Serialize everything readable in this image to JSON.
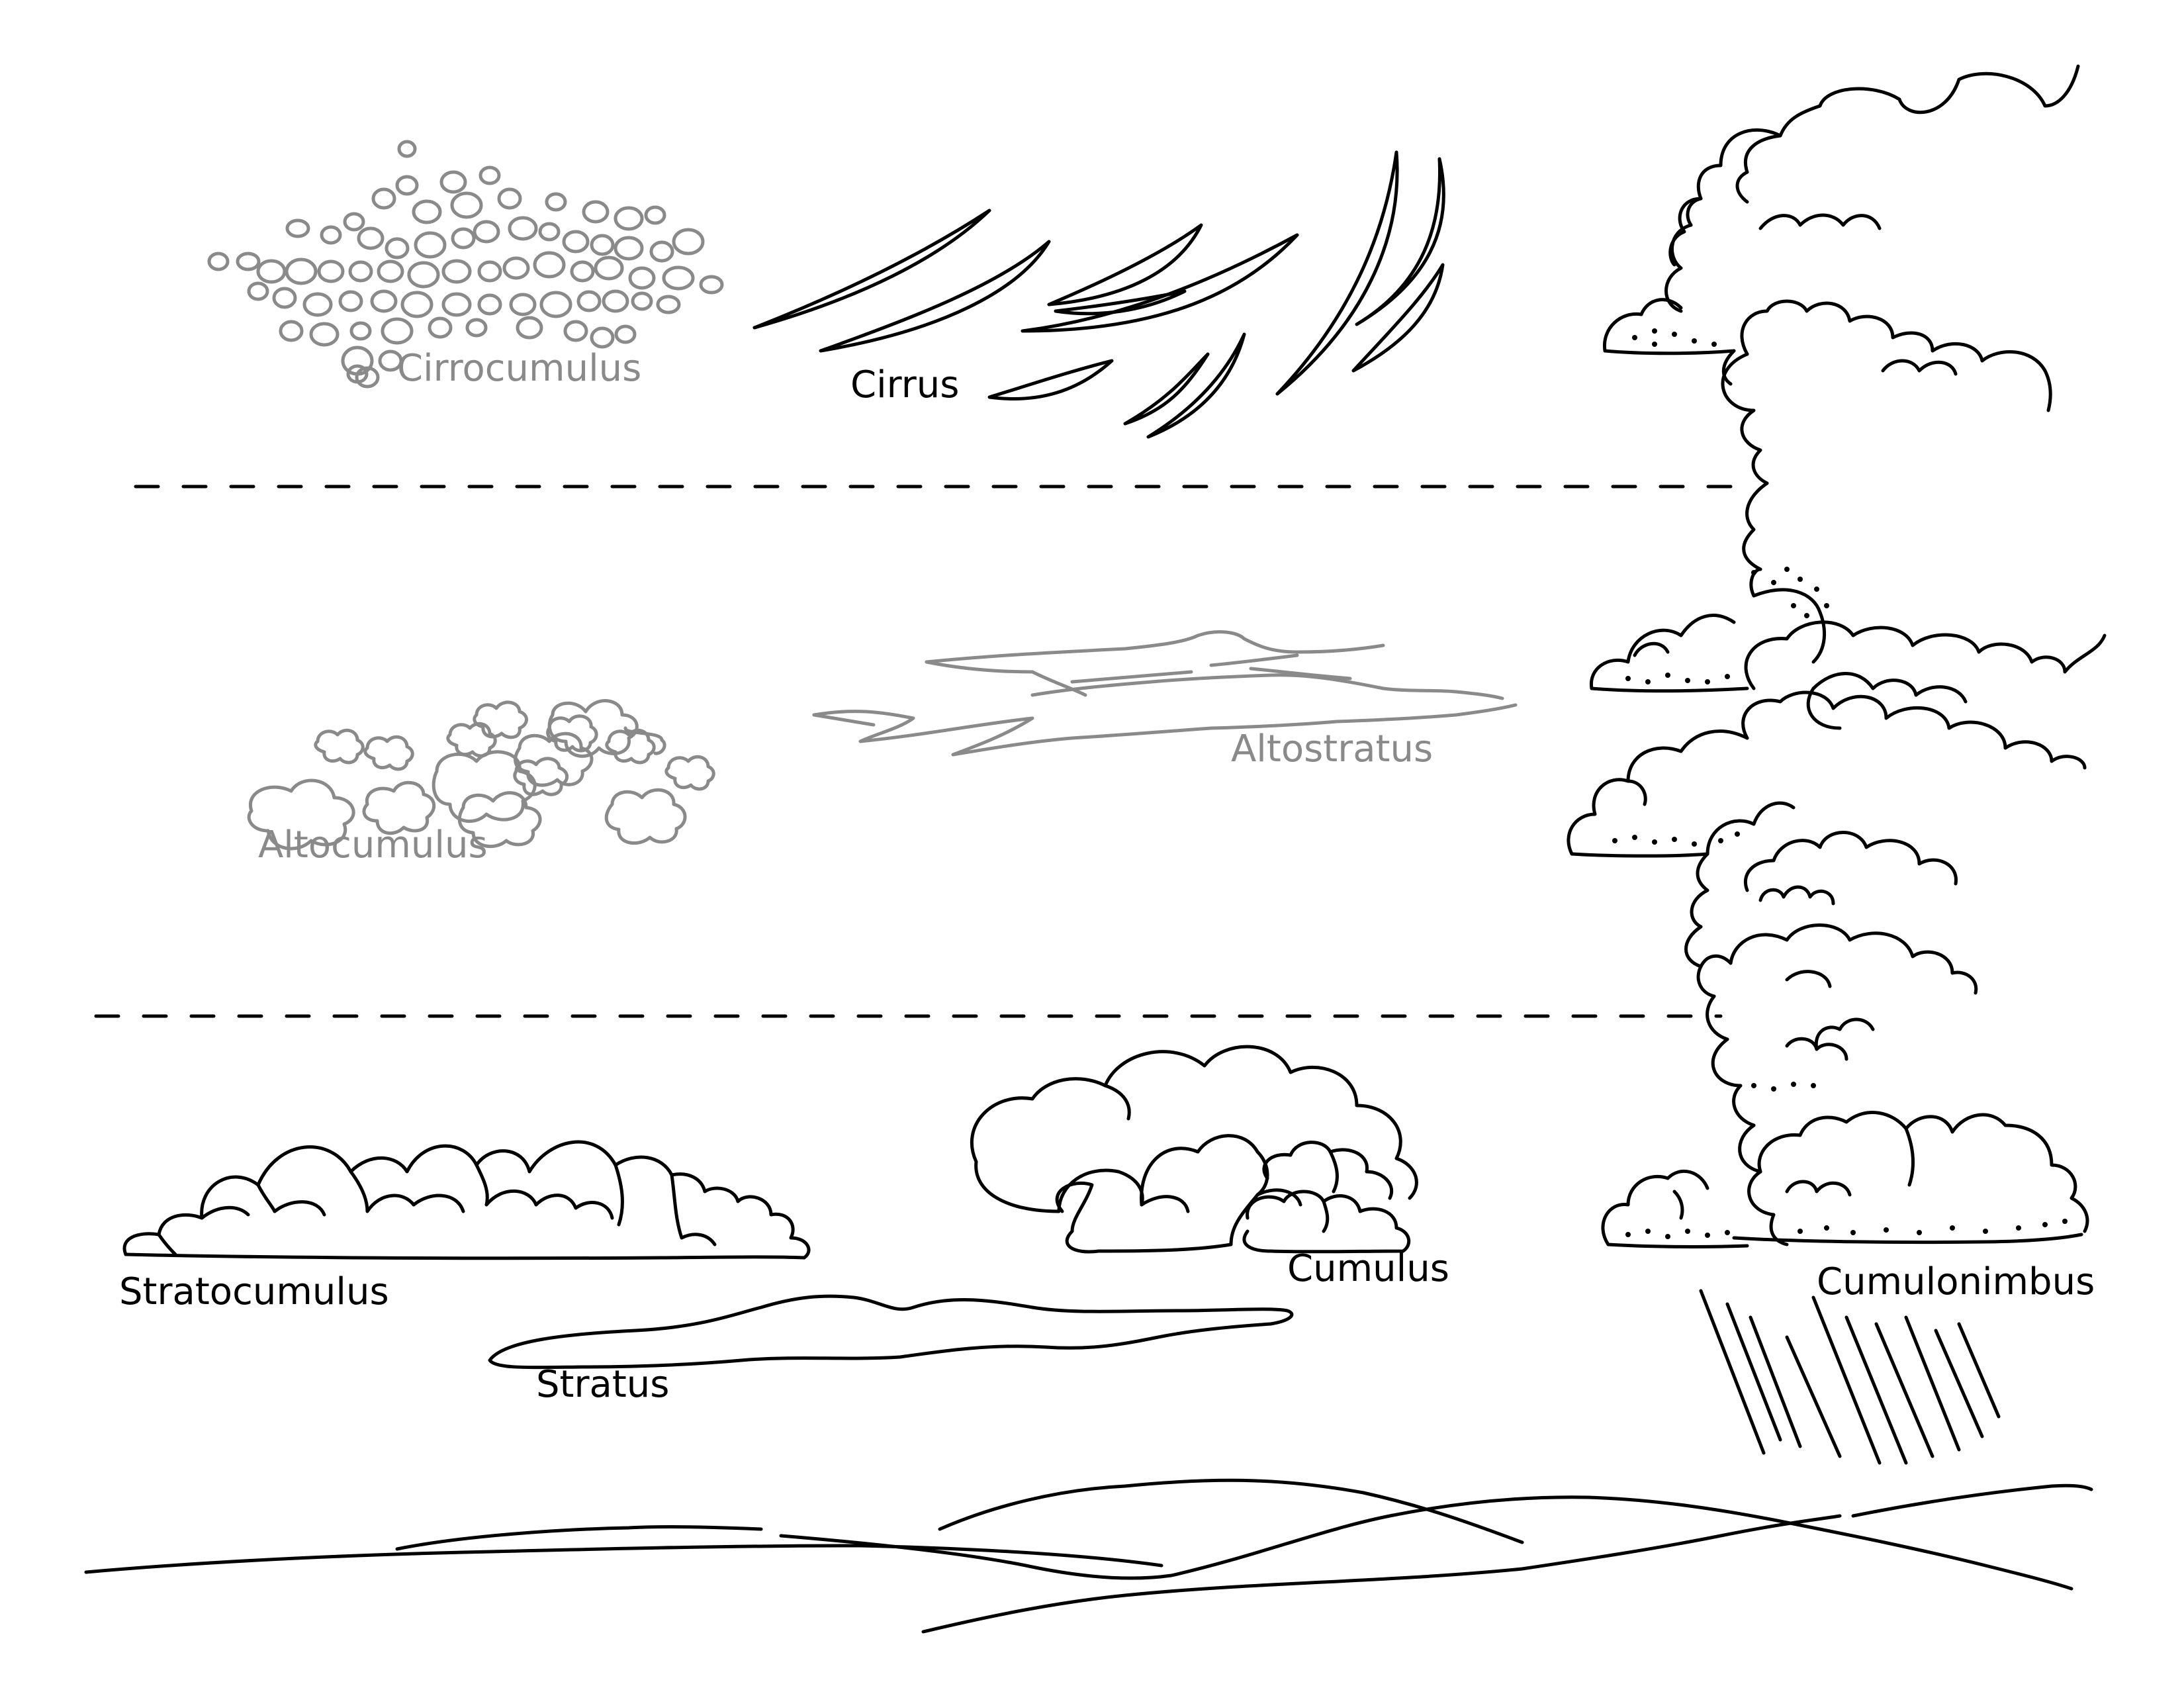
{
  "labels": {
    "cirrocumulus": "Cirrocumulus",
    "cirrus": "Cirrus",
    "altocumulus": "Altocumulus",
    "altostratus": "Altostratus",
    "stratocumulus": "Stratocumulus",
    "cumulus": "Cumulus",
    "stratus": "Stratus",
    "cumulonimbus": "Cumulonimbus"
  },
  "colors": {
    "ink": "#000000",
    "light_ink": "#8a8a8a",
    "background": "#ffffff"
  }
}
